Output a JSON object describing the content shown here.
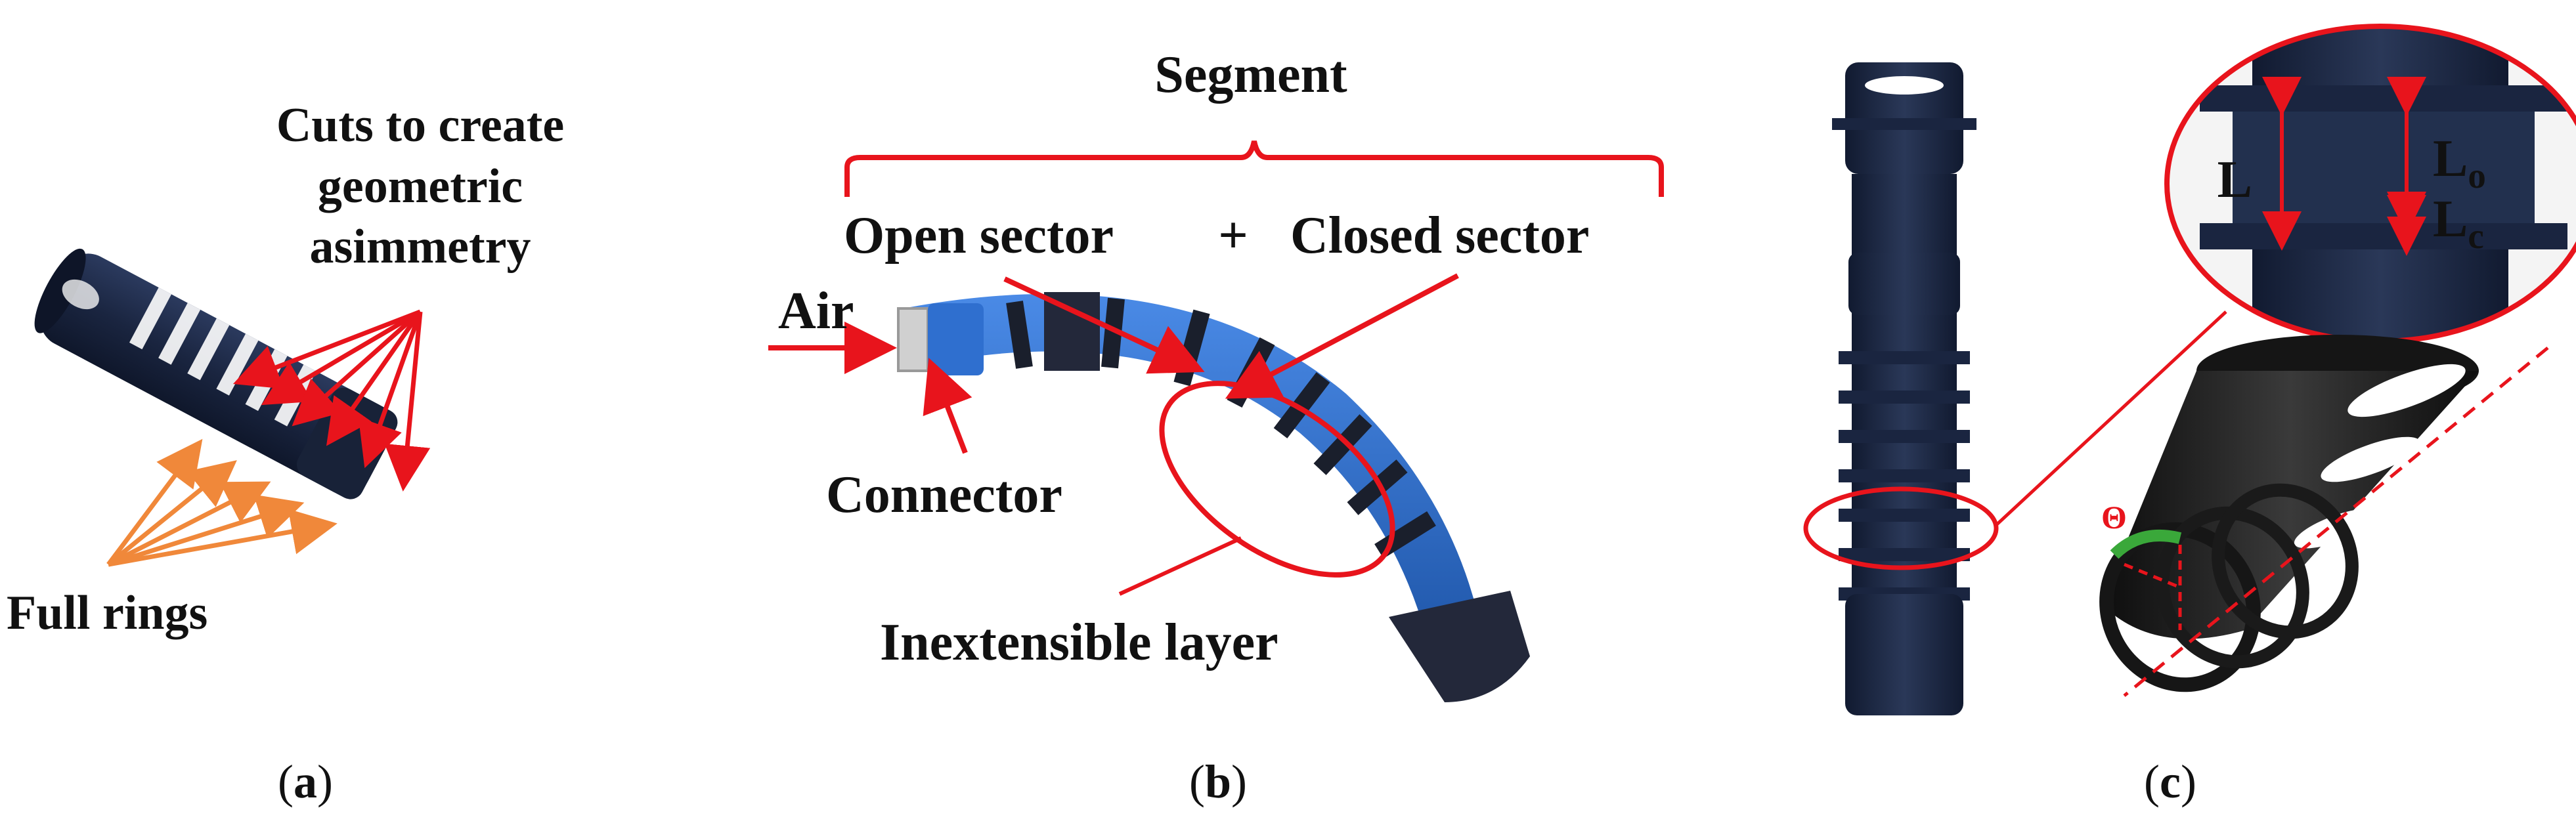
{
  "panels": {
    "a": {
      "caption_letter": "a",
      "label_cuts_line1": "Cuts to create",
      "label_cuts_line2": "geometric",
      "label_cuts_line3": "asimmetry",
      "label_rings": "Full rings"
    },
    "b": {
      "caption_letter": "b",
      "label_segment": "Segment",
      "label_open_sector": "Open sector",
      "label_plus": "+",
      "label_closed_sector": "Closed sector",
      "label_air": "Air",
      "label_connector": "Connector",
      "label_inextensible": "Inextensible layer"
    },
    "c": {
      "caption_letter": "c",
      "label_L": "L",
      "label_Lo_main": "L",
      "label_Lo_sub": "o",
      "label_Lc_main": "L",
      "label_Lc_sub": "c",
      "label_theta": "Θ"
    }
  },
  "colors": {
    "annotation_red": "#e8141c",
    "arrow_orange": "#f0883a",
    "actuator_navy": "#1a2540",
    "actuator_blue": "#2a6fd0",
    "theta_green": "#3aa83a",
    "model_black": "#1c1c1c"
  }
}
